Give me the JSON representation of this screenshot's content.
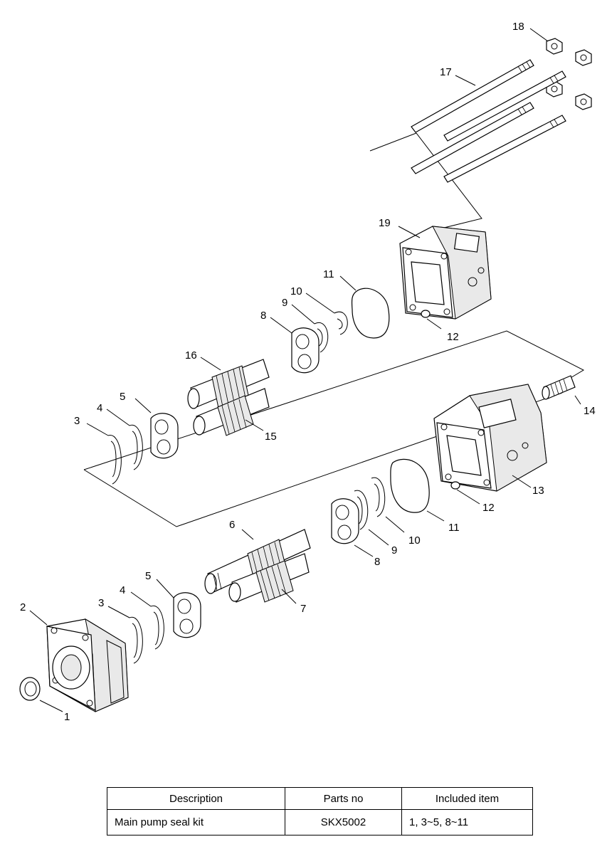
{
  "labels": {
    "p1": "1",
    "p2": "2",
    "p3a": "3",
    "p3b": "3",
    "p4a": "4",
    "p4b": "4",
    "p5a": "5",
    "p5b": "5",
    "p6": "6",
    "p7": "7",
    "p8a": "8",
    "p8b": "8",
    "p9a": "9",
    "p9b": "9",
    "p10a": "10",
    "p10b": "10",
    "p11a": "11",
    "p11b": "11",
    "p12a": "12",
    "p12b": "12",
    "p13": "13",
    "p14": "14",
    "p15": "15",
    "p16": "16",
    "p17": "17",
    "p18": "18",
    "p19": "19"
  },
  "table": {
    "headers": [
      "Description",
      "Parts no",
      "Included item"
    ],
    "rows": [
      [
        "Main pump seal kit",
        "SKX5002",
        "1, 3~5, 8~11"
      ]
    ]
  }
}
